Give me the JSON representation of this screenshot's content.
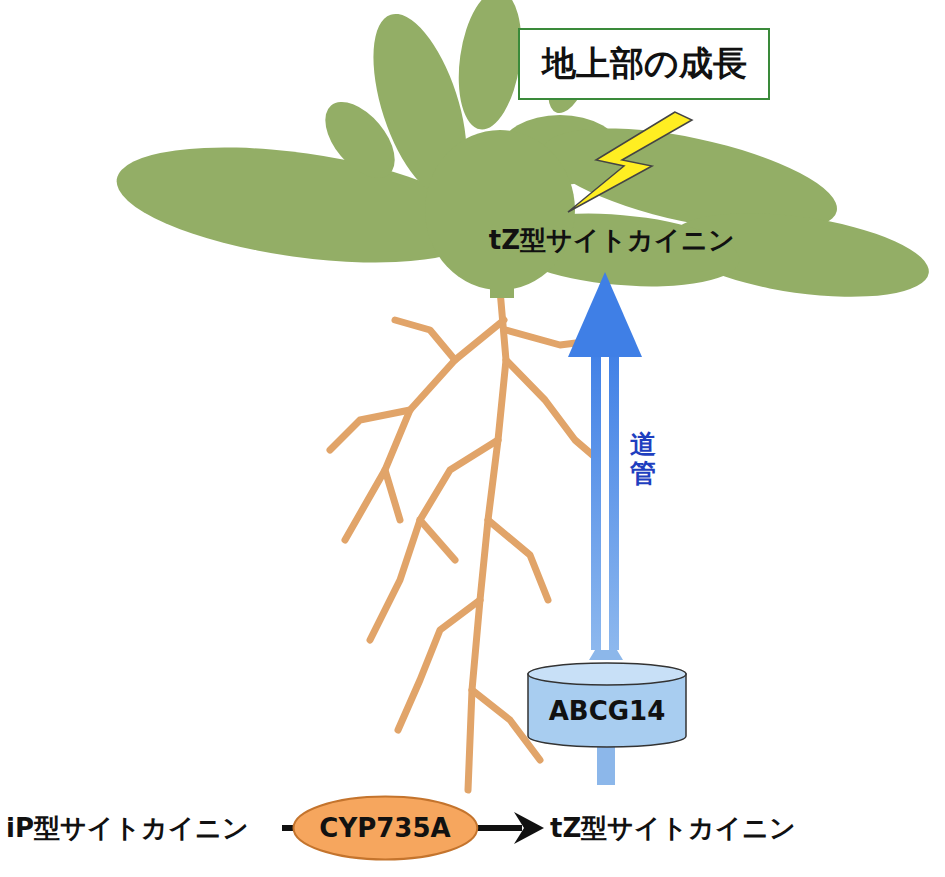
{
  "diagram": {
    "nodes": [
      {
        "text": [
          "地上部の成長"
        ]
      },
      {
        "text": [
          "ABCG14"
        ]
      },
      {
        "text": [
          "CYP735A"
        ]
      }
    ],
    "labels": [
      "tZ型サイトカイニン",
      "道管",
      "iP型サイトカイニン",
      "tZ型サイトカイニン"
    ]
  }
}
